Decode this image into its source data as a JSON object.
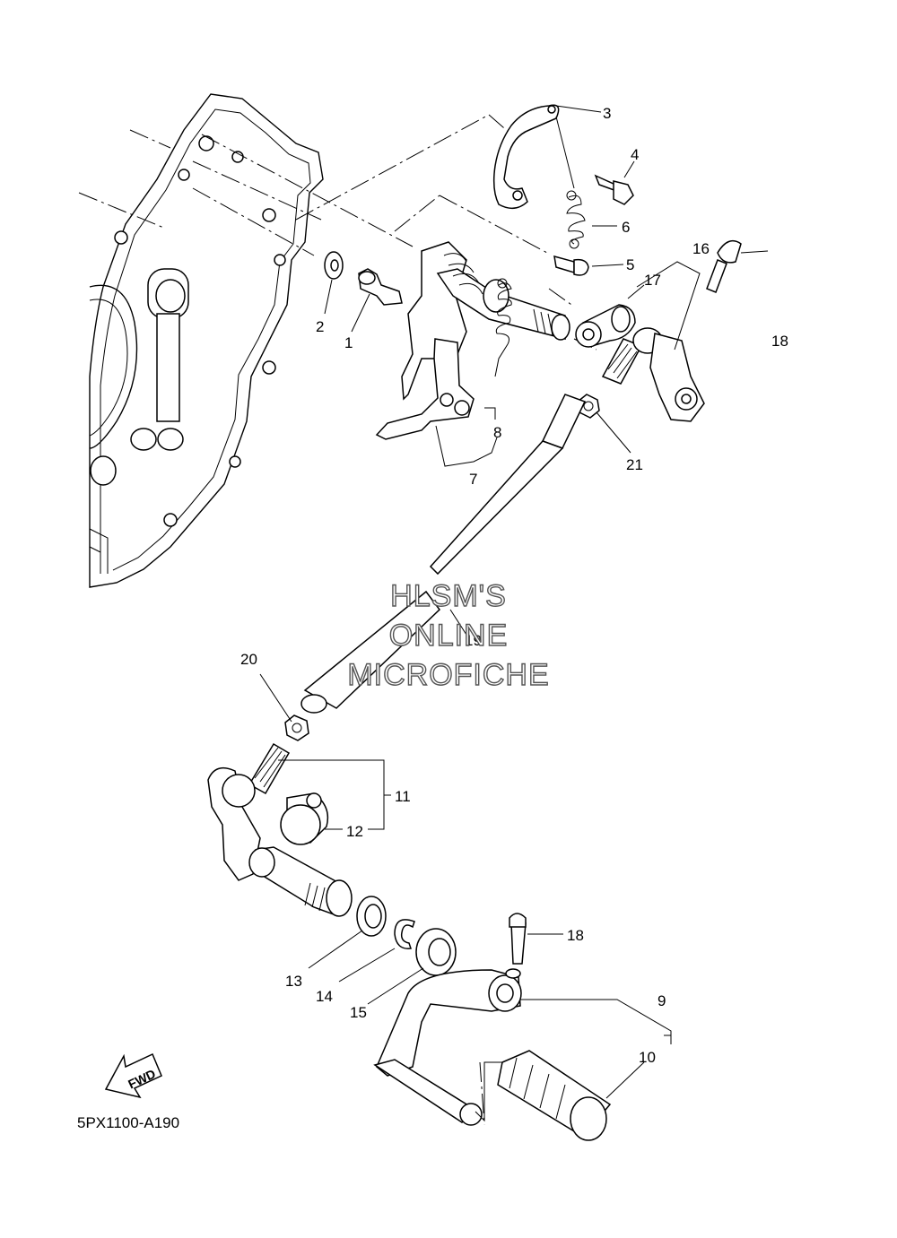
{
  "diagram": {
    "reference_code": "5PX1100-A190",
    "direction_label": "FWD",
    "watermark": [
      "HLSM'S",
      "ONLINE",
      "MICROFICHE"
    ],
    "callouts": [
      "1",
      "2",
      "3",
      "4",
      "5",
      "6",
      "7",
      "8",
      "9",
      "10",
      "11",
      "12",
      "13",
      "14",
      "15",
      "16",
      "17",
      "18",
      "18",
      "19",
      "20",
      "21"
    ]
  }
}
